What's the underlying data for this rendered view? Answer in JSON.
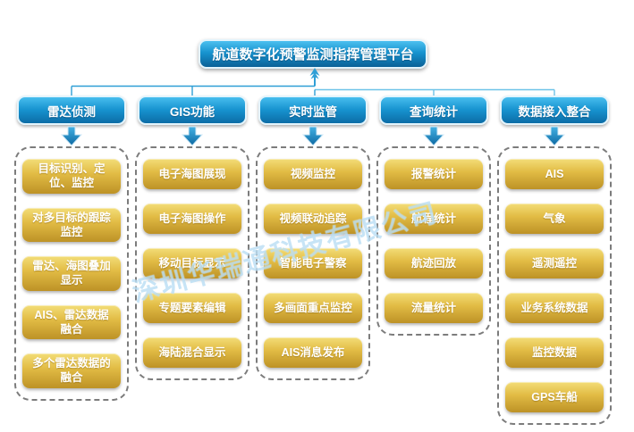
{
  "title": "航道数字化预警监测指挥管理平台",
  "watermark": "深圳华瑞通科技有限公司",
  "columns": [
    {
      "header": "雷达侦测",
      "items": [
        "目标识别、定位、监控",
        "对多目标的跟踪监控",
        "雷达、海图叠加显示",
        "AIS、雷达数据融合",
        "多个雷达数据的融合"
      ]
    },
    {
      "header": "GIS功能",
      "items": [
        "电子海图展现",
        "电子海图操作",
        "移动目标显示",
        "专题要素编辑",
        "海陆混合显示"
      ]
    },
    {
      "header": "实时监管",
      "items": [
        "视频监控",
        "视频联动追踪",
        "智能电子警察",
        "多画面重点监控",
        "AIS消息发布"
      ]
    },
    {
      "header": "查询统计",
      "items": [
        "报警统计",
        "航程统计",
        "航迹回放",
        "流量统计"
      ]
    },
    {
      "header": "数据接入整合",
      "items": [
        "AIS",
        "气象",
        "遥测遥控",
        "业务系统数据",
        "监控数据",
        "GPS车船"
      ]
    }
  ],
  "colors": {
    "blue_box_top": "#47bdee",
    "blue_box_bottom": "#0c6ca6",
    "gold_box_top": "#f3dd78",
    "gold_box_bottom": "#bd9226",
    "connector_line": "#2f9fd6",
    "dashed_border": "#7c7c7c",
    "text": "#ffffff"
  }
}
